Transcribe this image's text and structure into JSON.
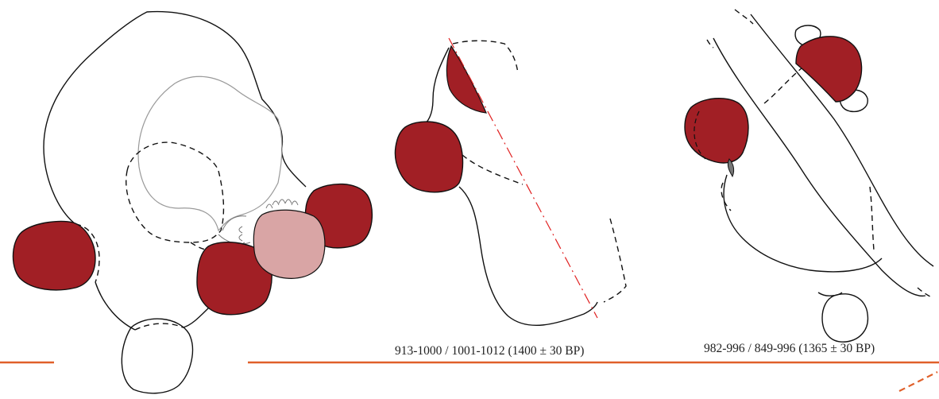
{
  "figure": {
    "captions": [
      {
        "id": "middle",
        "text": "913-1000 / 1001-1012 (1400 ± 30 BP)"
      },
      {
        "id": "right",
        "text": "982-996 / 849-996 (1365 ± 30 BP)"
      }
    ],
    "colors": {
      "deep_red": "#a11f25",
      "pink": "#d9a5a5",
      "accent_line": "#e0602a",
      "axis_line": "#e02020",
      "outline": "#111111",
      "gray_outline": "#999999",
      "small_gray_fill": "#777777"
    }
  }
}
